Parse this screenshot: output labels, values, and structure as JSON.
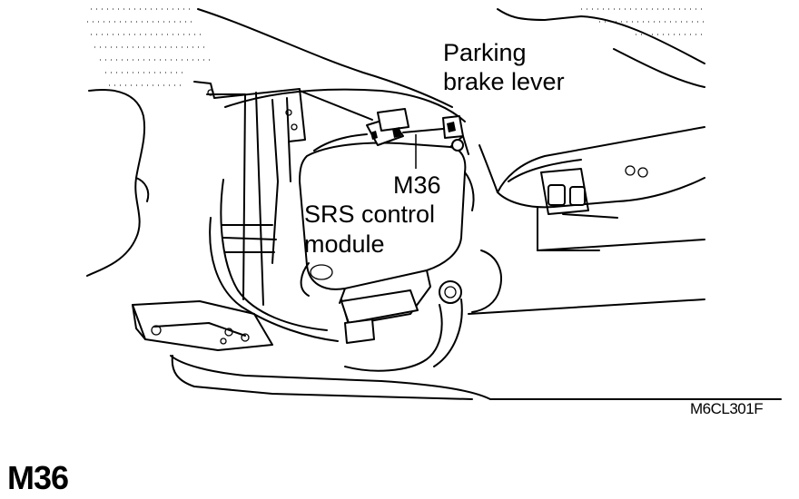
{
  "labels": {
    "parking_brake_line1": "Parking",
    "parking_brake_line2": "brake lever",
    "connector_id": "M36",
    "module_line1": "SRS control",
    "module_line2": "module"
  },
  "figure_code": "M6CL301F",
  "connector_title": "M36"
}
